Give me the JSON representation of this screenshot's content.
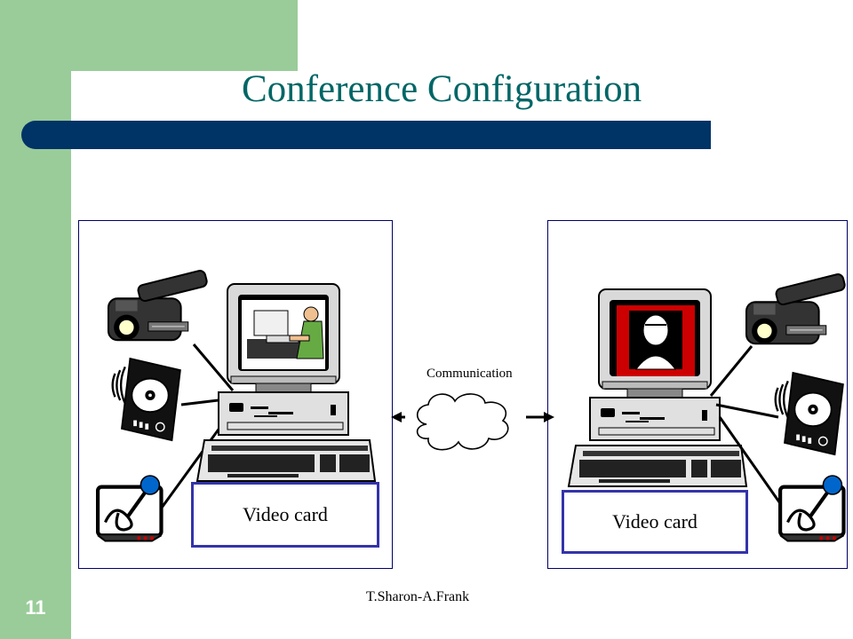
{
  "slide": {
    "title": "Conference Configuration",
    "number": "11",
    "footer": "T.Sharon-A.Frank"
  },
  "diagram": {
    "left_station": {
      "card_label": "Video card"
    },
    "right_station": {
      "card_label": "Video card"
    },
    "link_label": "Communication"
  },
  "colors": {
    "accent_green": "#99cc99",
    "title_color": "#006666",
    "title_bar": "#003366",
    "card_border": "#3333aa"
  }
}
